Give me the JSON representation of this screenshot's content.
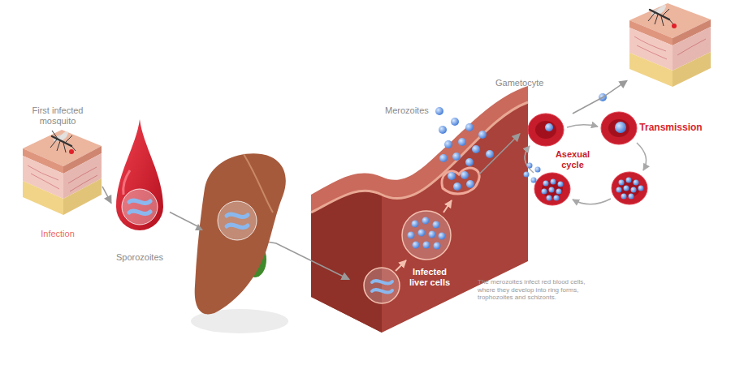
{
  "diagram": {
    "nodes": [
      {
        "text": [
          "First infected mosquito",
          "Infection"
        ]
      },
      {
        "text": [
          "Sporozoites"
        ]
      },
      {
        "text": [
          "Infected liver cells"
        ]
      },
      {
        "text": [
          "Asexual cycle"
        ]
      },
      {
        "text": [
          "Transmission"
        ]
      }
    ],
    "edges": [
      {
        "from": 0,
        "to": 1,
        "arrow": "to"
      },
      {
        "from": 1,
        "to": 2,
        "arrow": "to"
      },
      {
        "from": 2,
        "to": 3,
        "arrow": "to"
      },
      {
        "from": 3,
        "to": 4,
        "arrow": "to"
      }
    ],
    "labels": [
      "Merozoites",
      "Gametocyte",
      "The merozoites infect red blood cells, where they develop into ring forms, trophozoites and schizonts."
    ]
  }
}
